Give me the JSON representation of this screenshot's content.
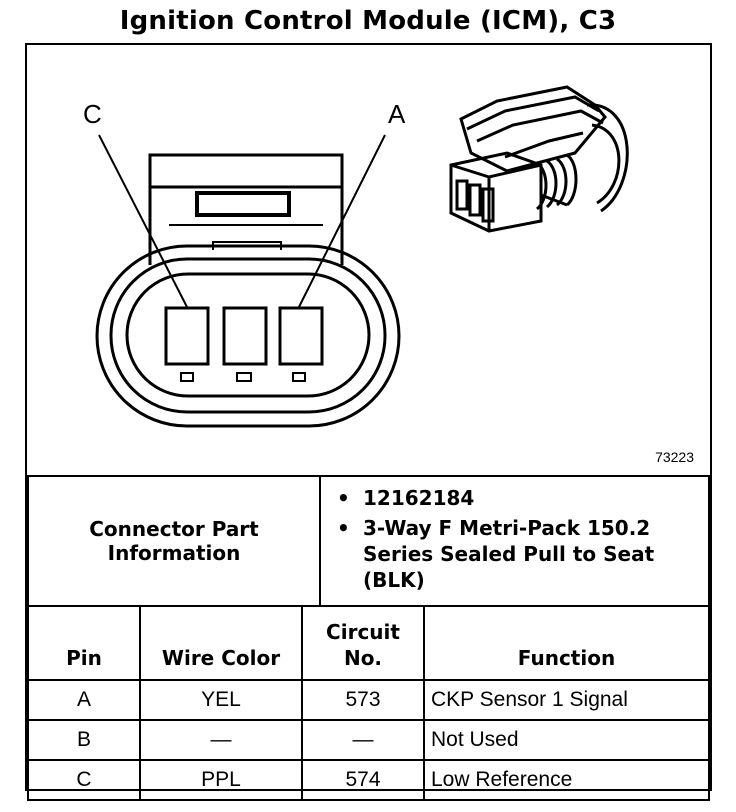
{
  "title": "Ignition Control Module (ICM), C3",
  "figure": {
    "pin_labels": [
      "C",
      "A"
    ],
    "figure_number": "73223"
  },
  "connector_info": {
    "label": "Connector Part Information",
    "items": [
      "12162184",
      "3-Way F Metri-Pack 150.2 Series Sealed Pull to Seat (BLK)"
    ]
  },
  "pin_table": {
    "headers": [
      "Pin",
      "Wire Color",
      "Circuit No.",
      "Function"
    ],
    "rows": [
      [
        "A",
        "YEL",
        "573",
        "CKP Sensor 1 Signal"
      ],
      [
        "B",
        "—",
        "—",
        "Not Used"
      ],
      [
        "C",
        "PPL",
        "574",
        "Low Reference"
      ]
    ]
  }
}
